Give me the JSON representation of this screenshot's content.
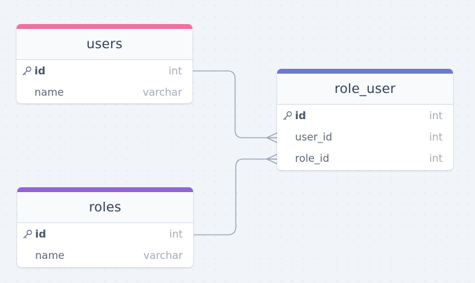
{
  "tables": [
    {
      "id": "users",
      "title": "users",
      "accent": "#f1709a",
      "columns": [
        {
          "name": "id",
          "type": "int",
          "primary": true
        },
        {
          "name": "name",
          "type": "varchar",
          "primary": false
        }
      ]
    },
    {
      "id": "roles",
      "title": "roles",
      "accent": "#9462d8",
      "columns": [
        {
          "name": "id",
          "type": "int",
          "primary": true
        },
        {
          "name": "name",
          "type": "varchar",
          "primary": false
        }
      ]
    },
    {
      "id": "role_user",
      "title": "role_user",
      "accent": "#6a7bcf",
      "columns": [
        {
          "name": "id",
          "type": "int",
          "primary": true
        },
        {
          "name": "user_id",
          "type": "int",
          "primary": false
        },
        {
          "name": "role_id",
          "type": "int",
          "primary": false
        }
      ]
    }
  ],
  "relations": [
    {
      "from_table": "users",
      "from_column": "id",
      "to_table": "role_user",
      "to_column": "user_id",
      "cardinality": "one-to-many"
    },
    {
      "from_table": "roles",
      "from_column": "id",
      "to_table": "role_user",
      "to_column": "role_id",
      "cardinality": "one-to-many"
    }
  ],
  "colors": {
    "background": "#f1f5f9",
    "connector": "#94a3b8"
  }
}
